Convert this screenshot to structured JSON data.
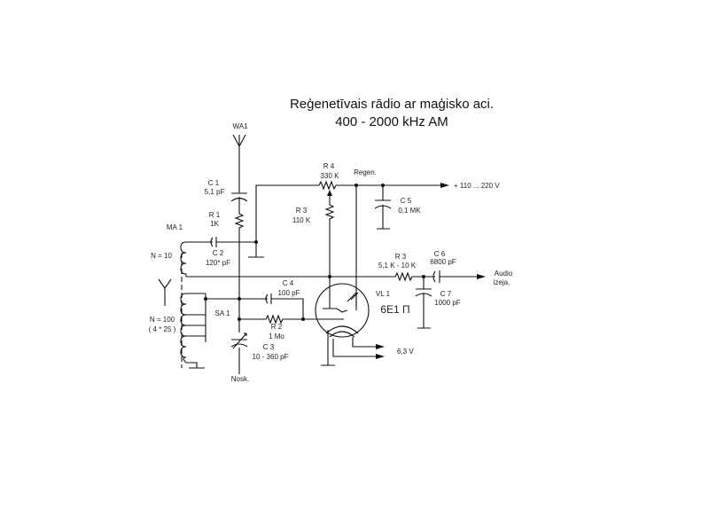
{
  "title": {
    "line1": "Reģenetīvais rādio ar maģisko aci.",
    "line2": "400 - 2000 kHz AM"
  },
  "components": {
    "wa1": "WA1",
    "c1": {
      "name": "C 1",
      "value": "5,1 pF"
    },
    "r1": {
      "name": "R 1",
      "value": "1K"
    },
    "ma1": "MA 1",
    "c2": {
      "name": "C 2",
      "value": "120* pF"
    },
    "n10": "N = 10",
    "n100": {
      "line1": "N = 100",
      "line2": "( 4 * 25 )"
    },
    "sa1": "SA 1",
    "c4": {
      "name": "C 4",
      "value": "100 pF"
    },
    "r2": {
      "name": "R 2",
      "value": "1 Mo"
    },
    "c3": {
      "name": "C 3",
      "value": "10 - 360 pF"
    },
    "nosk": "Nosk.",
    "r4": {
      "name": "R 4",
      "value": "330 K"
    },
    "regen": "Regen.",
    "r3a": {
      "name": "R 3",
      "value": "110 K"
    },
    "c5": {
      "name": "C 5",
      "value": "0,1 MK"
    },
    "supply": "+ 110 ... 220 V",
    "vl1": {
      "name": "VL 1",
      "type": "6E1 П"
    },
    "r3b": {
      "name": "R 3",
      "value": "5,1 K - 10 K"
    },
    "c6": {
      "name": "C 6",
      "value": "6800 pF"
    },
    "c7": {
      "name": "C 7",
      "value": "1000 pF"
    },
    "audio": {
      "line1": "Audio",
      "line2": "izeja."
    },
    "heater": "6,3 V"
  }
}
